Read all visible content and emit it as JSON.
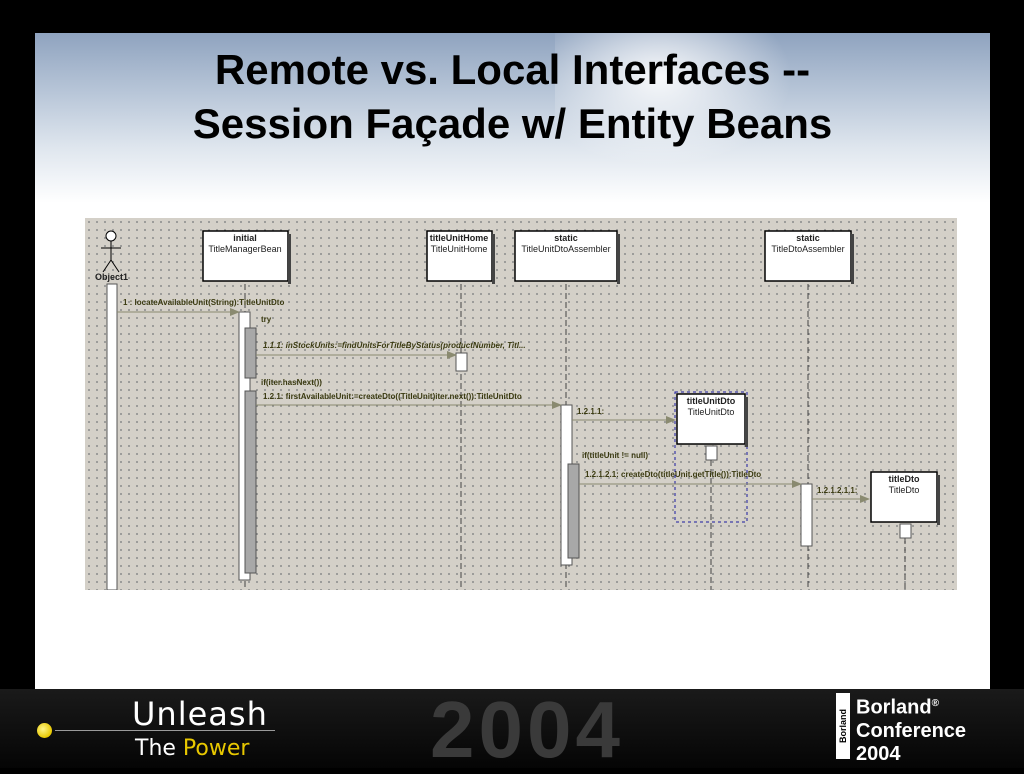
{
  "slide": {
    "title_line1": "Remote vs. Local Interfaces --",
    "title_line2": "Session Façade w/ Entity Beans"
  },
  "diagram": {
    "actor": "Object1",
    "objects": [
      {
        "stereotype": "initial",
        "name": "TitleManagerBean"
      },
      {
        "stereotype": "titleUnitHome",
        "name": "TitleUnitHome"
      },
      {
        "stereotype": "static",
        "name": "TitleUnitDtoAssembler"
      },
      {
        "stereotype": "static",
        "name": "TitleDtoAssembler"
      },
      {
        "stereotype": "titleUnitDto",
        "name": "TitleUnitDto"
      },
      {
        "stereotype": "titleDto",
        "name": "TitleDto"
      }
    ],
    "messages": [
      "1 : locateAvailableUnit(String):TitleUnitDto",
      "try",
      "1.1.1: inStockUnits:=findUnitsForTitleByStatus(productNumber, Titl...",
      "if(iter.hasNext())",
      "1.2.1: firstAvailableUnit:=createDto((TitleUnit)iter.next()):TitleUnitDto",
      "1.2.1.1:",
      "if(titleUnit != null)",
      "1.2.1.2.1: createDto(titleUnit.getTitle()):TitleDto",
      "1.2.1.2.1.1:"
    ]
  },
  "footer": {
    "unleash": "Unleash",
    "the": "The ",
    "power": "Power",
    "year": "2004",
    "brand_mark": "Borland",
    "brand_line1": "Borland",
    "brand_reg": "®",
    "brand_line2": "Conference",
    "brand_line3": "2004"
  },
  "colors": {
    "accent": "#e8c800",
    "diagram_bg": "#d4d0c8"
  }
}
